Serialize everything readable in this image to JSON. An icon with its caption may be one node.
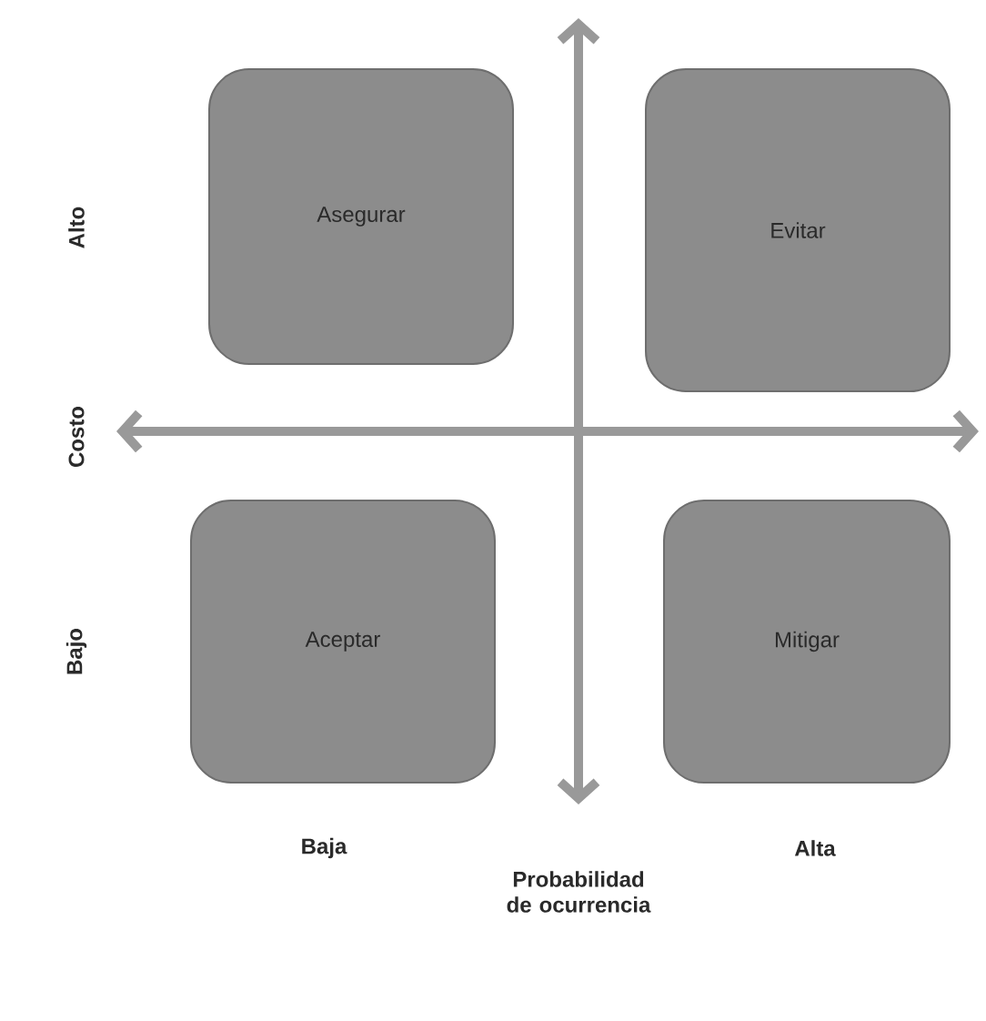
{
  "diagram": {
    "nodes": [
      {
        "text": [
          "Asegurar"
        ]
      },
      {
        "text": [
          "Evitar"
        ]
      },
      {
        "text": [
          "Aceptar"
        ]
      },
      {
        "text": [
          "Mitigar"
        ]
      }
    ],
    "labels": [
      "Alto",
      "Costo",
      "Bajo",
      "Baja",
      "Probabilidad de ocurrencia",
      "Alta"
    ]
  }
}
